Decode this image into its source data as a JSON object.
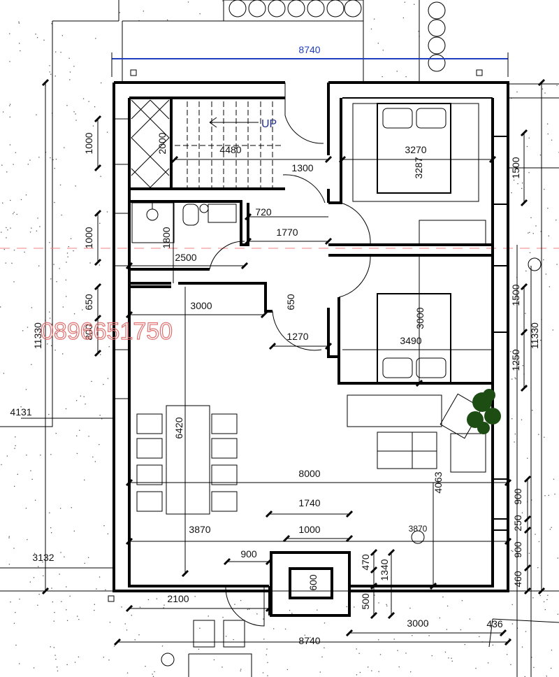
{
  "plan": {
    "stair_label": "UP",
    "watermark": "0896651750",
    "colors": {
      "top_dimension": "#1f3fbf",
      "watermark": "#e07070",
      "axis_dash": "#f08080"
    },
    "dimensions": {
      "top_width": "8740",
      "stair_length": "4480",
      "stair_void_height": "2000",
      "left_1": "1000",
      "left_2": "1000",
      "left_3": "650",
      "left_4": "800",
      "overall_left": "11330",
      "overall_right": "11330",
      "bed1_width": "3270",
      "bed1_depth": "3287",
      "hall_1300": "1300",
      "right_1500_a": "1500",
      "right_1500_b": "1500",
      "right_1250": "1250",
      "wc_720": "720",
      "hall_1770": "1770",
      "wc_1800": "1800",
      "wc_2500": "2500",
      "living_3000": "3000",
      "step_650": "650",
      "bed2_depth": "3000",
      "hall_1270": "1270",
      "bed2_width": "3490",
      "site_4131": "4131",
      "dining_6420": "6420",
      "living_8000": "8000",
      "living_4063": "4063",
      "entry_1740": "1740",
      "entry_1000": "1000",
      "living_3870": "3870",
      "level_3870": "3870",
      "right_900_a": "900",
      "right_250": "250",
      "right_900_b": "900",
      "right_460": "460",
      "door_900": "900",
      "porch_470": "470",
      "porch_1340": "1340",
      "site_3132": "3132",
      "planter_600": "600",
      "front_2100": "2100",
      "porch_500": "500",
      "front_3000": "3000",
      "front_436": "436",
      "bottom_width": "8740"
    }
  }
}
